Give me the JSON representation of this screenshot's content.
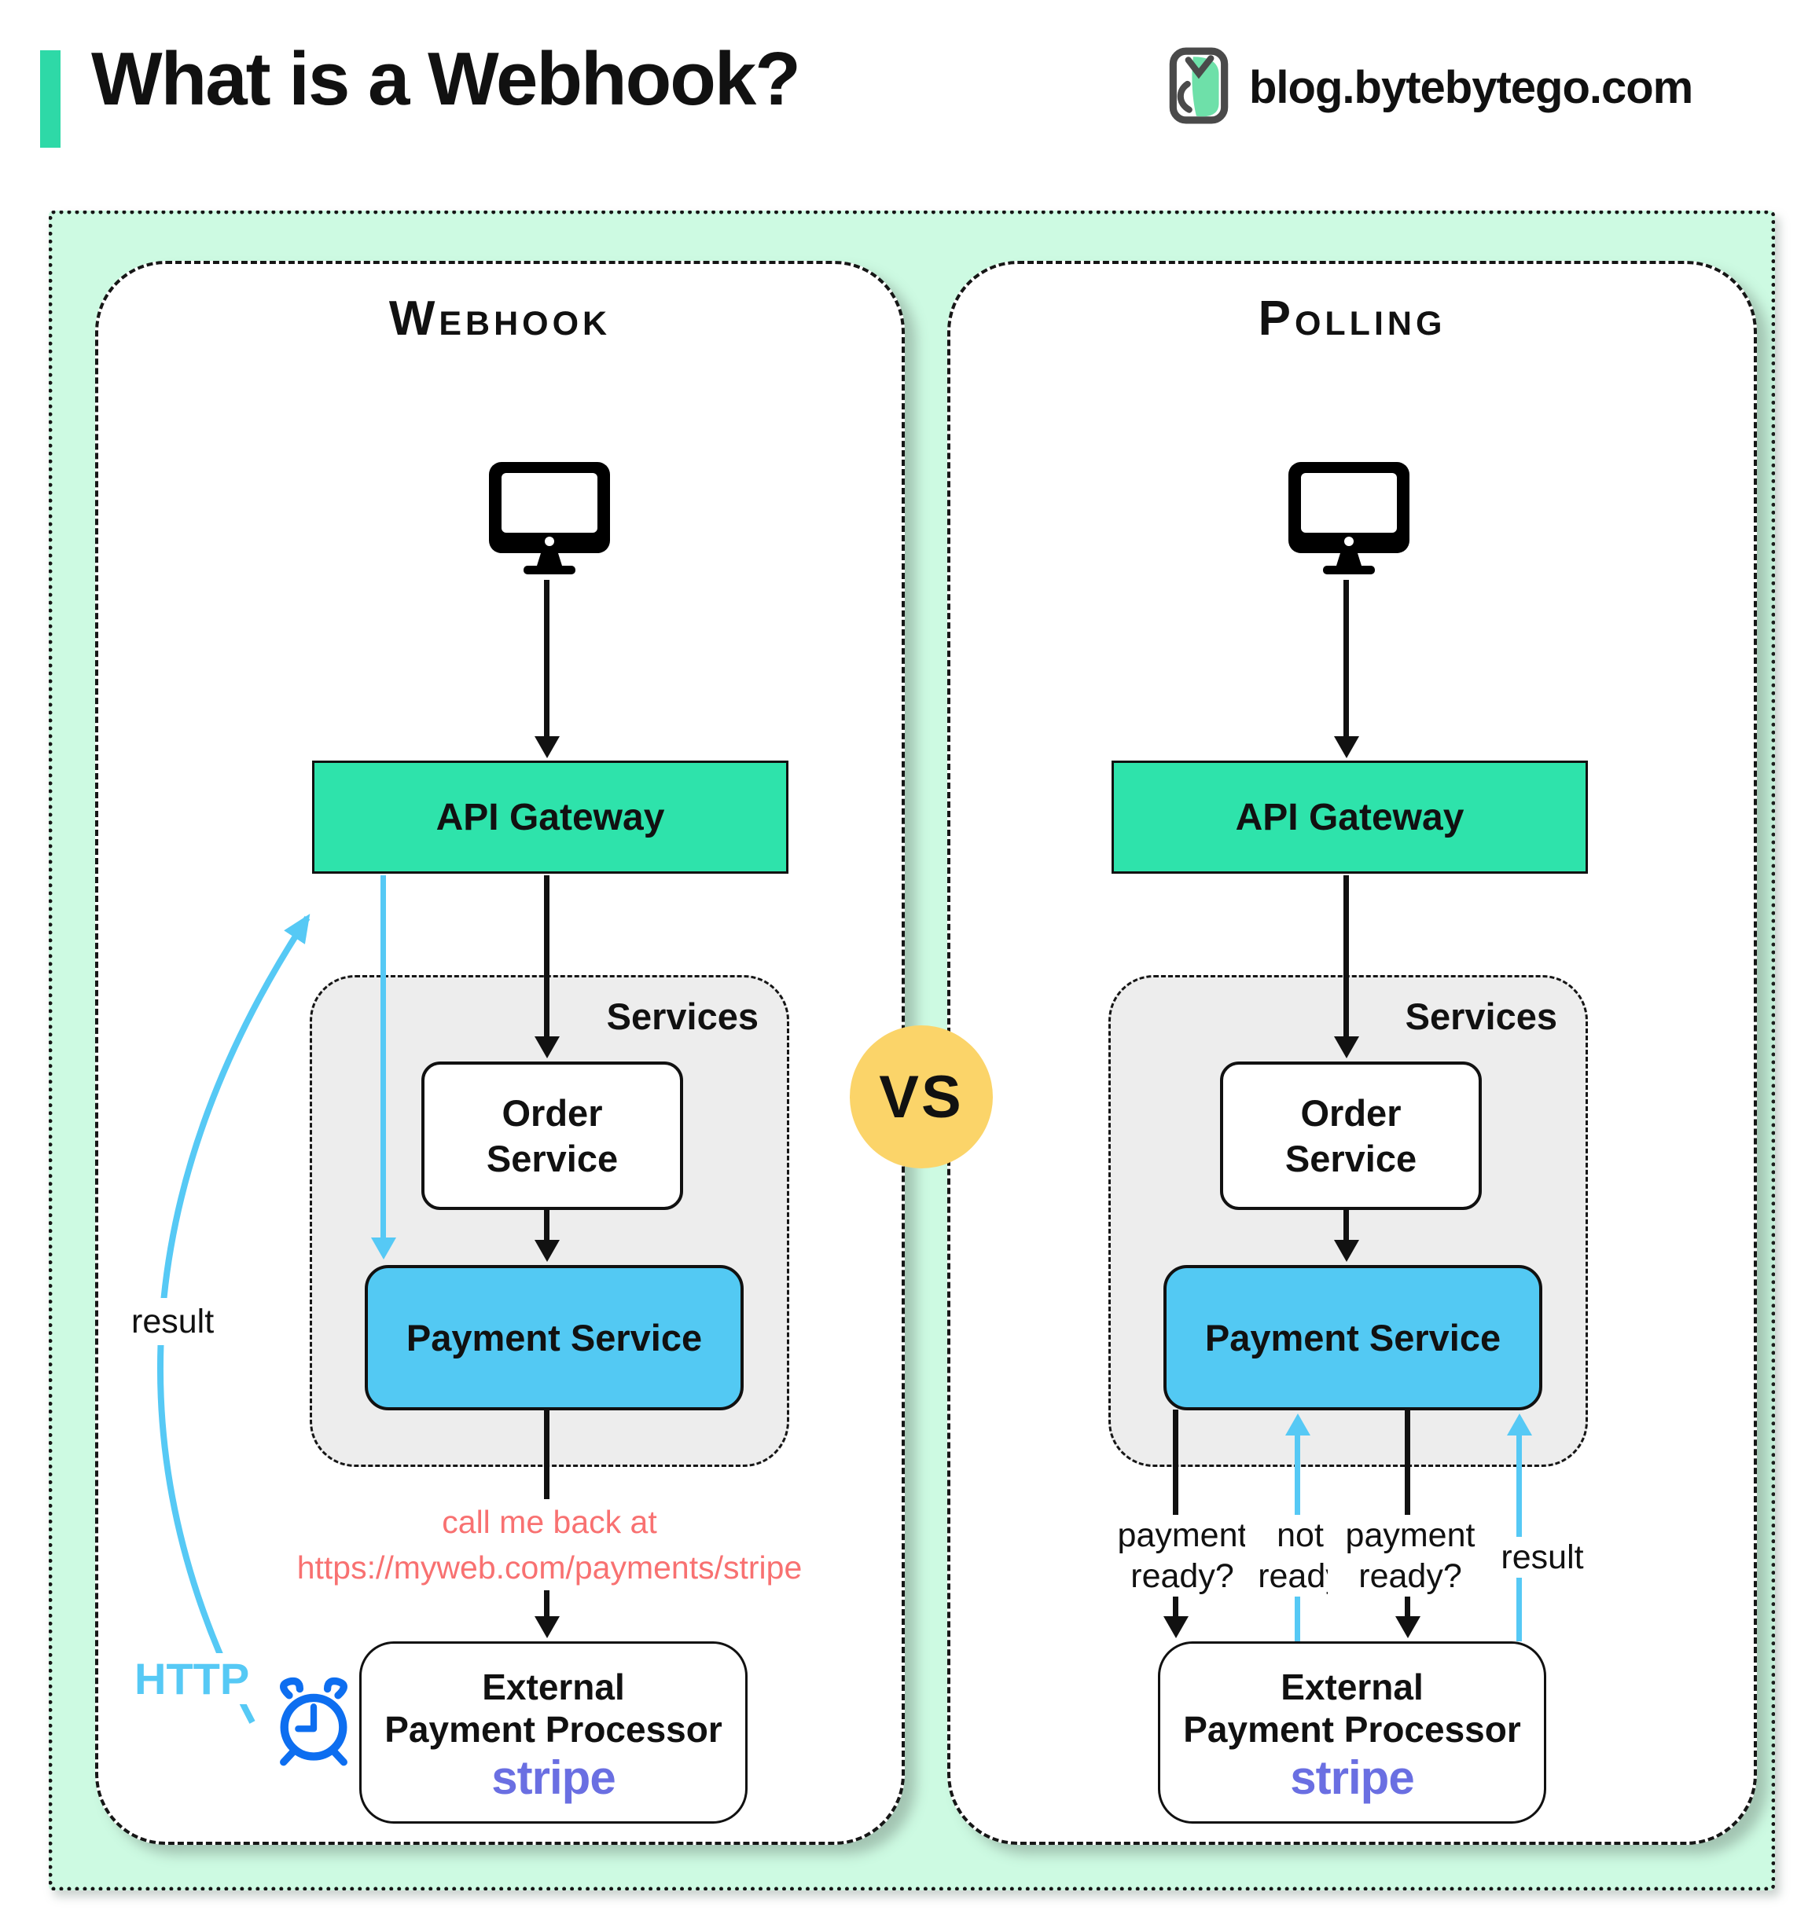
{
  "header": {
    "title": "What is a Webhook?",
    "site": "blog.bytebytego.com"
  },
  "vs": {
    "label": "VS"
  },
  "colors": {
    "accent_teal": "#2ed9a7",
    "mint_background": "#cdfae2",
    "api_gateway_green": "#2ee3ab",
    "payment_blue": "#53c9f3",
    "arrow_blue": "#56c9f5",
    "services_gray": "#ededed",
    "vs_yellow": "#fbd469",
    "callback_red": "#f87171",
    "stripe_purple": "#6a6fe2",
    "clock_blue": "#0d6ef0"
  },
  "icons": {
    "logo": "bytebytego-logo",
    "client": "desktop-monitor-icon",
    "timer": "alarm-clock-icon"
  },
  "panels": {
    "webhook": {
      "title": "Webhook",
      "api_gateway": "API Gateway",
      "services_label": "Services",
      "order_service": {
        "line1": "Order",
        "line2": "Service"
      },
      "payment_service": "Payment Service",
      "callback": {
        "line1": "call me back at",
        "line2": "https://myweb.com/payments/stripe"
      },
      "result_label": "result",
      "http_label": "HTTP",
      "external": {
        "line1": "External",
        "line2": "Payment Processor",
        "brand": "stripe"
      }
    },
    "polling": {
      "title": "Polling",
      "api_gateway": "API Gateway",
      "services_label": "Services",
      "order_service": {
        "line1": "Order",
        "line2": "Service"
      },
      "payment_service": "Payment Service",
      "arrow_labels": {
        "query1": "payment ready?",
        "response1": "not ready",
        "query2": "payment ready?",
        "result": "result"
      },
      "external": {
        "line1": "External",
        "line2": "Payment Processor",
        "brand": "stripe"
      }
    }
  }
}
